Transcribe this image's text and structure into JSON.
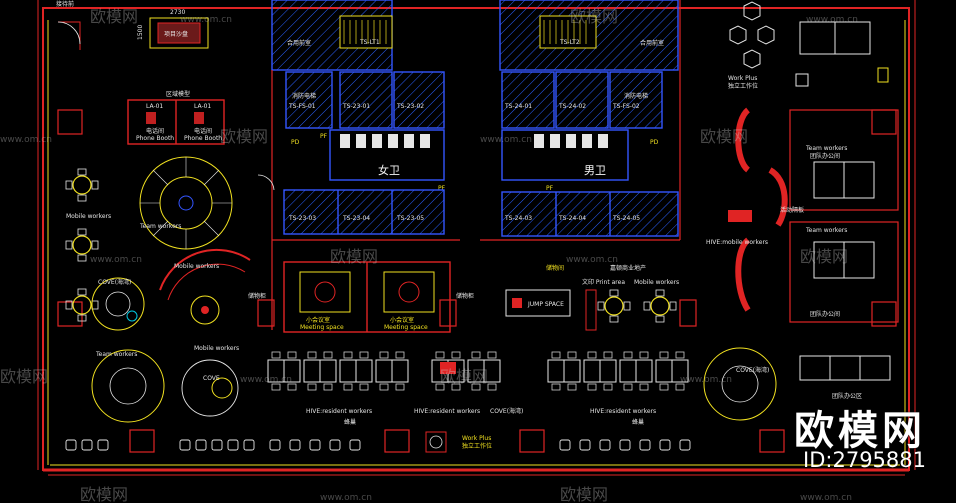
{
  "top_left": {
    "label": "接待前",
    "dim_w": "2730",
    "dim_h": "1500",
    "sand_table": "项目沙盘"
  },
  "phone_booth": {
    "title": "区域模型",
    "codes": [
      "LA-01",
      "LA-01"
    ],
    "name_cn": "电话间",
    "name_en": "Phone Booth"
  },
  "core_left": {
    "lobby": "合用前室",
    "stair": "TS-LT1",
    "lift": "消防电梯",
    "shafts": [
      "TS-23-01",
      "TS-23-02",
      "TS-FS-01",
      "TS-23-03",
      "TS-23-04",
      "TS-23-05"
    ],
    "wc": "女卫",
    "pf": "PF",
    "pd": "PD"
  },
  "core_right": {
    "lobby": "合用前室",
    "stair": "TS-LT2",
    "lift": "消防电梯",
    "shafts": [
      "TS-24-01",
      "TS-24-02",
      "TS-FS-02",
      "TS-24-03",
      "TS-24-04",
      "TS-24-05"
    ],
    "wc": "男卫",
    "pf": "PF",
    "pd": "PD",
    "storage": "储物间",
    "note": "嘉顿商业地产"
  },
  "left_zone": {
    "team": "Team workers",
    "mobile": "Mobile workers",
    "cove": "COVE(海湾)",
    "cove_short": "COVE"
  },
  "meeting": {
    "storage_left": "储物柜",
    "storage_right": "储物柜",
    "room_cn": "小会议室",
    "room_en": "Meeting space"
  },
  "center_zone": {
    "jump": "JUMP SPACE",
    "print": "文印 Print area",
    "mobile": "Mobile workers"
  },
  "right_zone": {
    "work_plus": "Work Plus",
    "work_plus_cn": "独立工作位",
    "team": "Team workers",
    "team_cn": "团队办公间",
    "activity": "活动隔板",
    "hive": "HIVE:mobile workers",
    "cove": "COVE(海湾)",
    "team_area": "团队办公区"
  },
  "bottom_zone": {
    "hive_res": "HIVE:resident workers",
    "hive_nest": "蜂巢",
    "cove": "COVE(海湾)",
    "work_plus": "Work Plus",
    "work_plus_cn": "独立工作位"
  },
  "watermark": {
    "brand": "欧模网",
    "site": "www.om.cn",
    "id": "ID:2795881"
  },
  "colors": {
    "bg": "#000000",
    "wall_red": "#e02424",
    "yellow": "#f0e020",
    "blue": "#3355ff",
    "cyan": "#00c8e0",
    "white": "#e6e6e6",
    "green": "#2ecc40"
  }
}
